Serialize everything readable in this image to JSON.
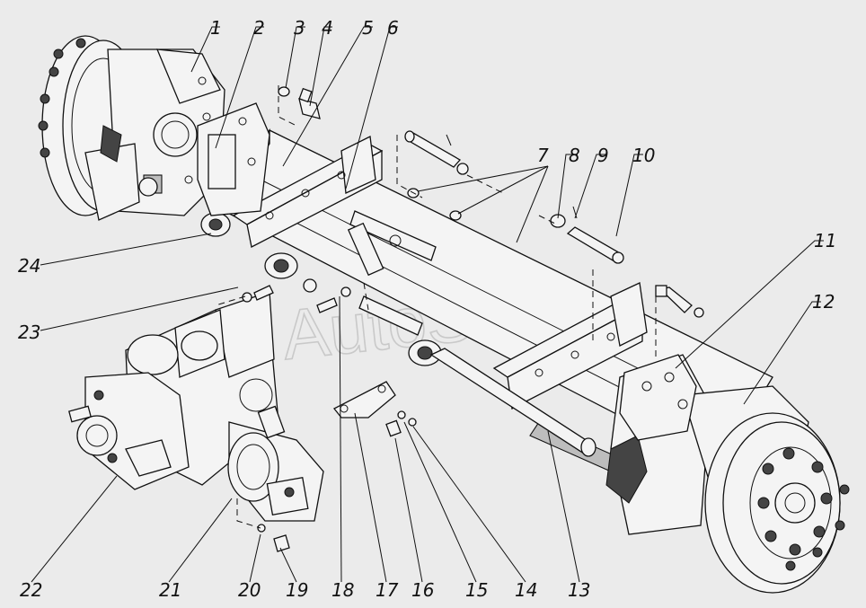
{
  "watermark": "AutoSoft",
  "callouts": [
    "1",
    "2",
    "3",
    "4",
    "5",
    "6",
    "7",
    "8",
    "9",
    "10",
    "11",
    "12",
    "13",
    "14",
    "15",
    "16",
    "17",
    "18",
    "19",
    "20",
    "21",
    "22",
    "23",
    "24"
  ]
}
